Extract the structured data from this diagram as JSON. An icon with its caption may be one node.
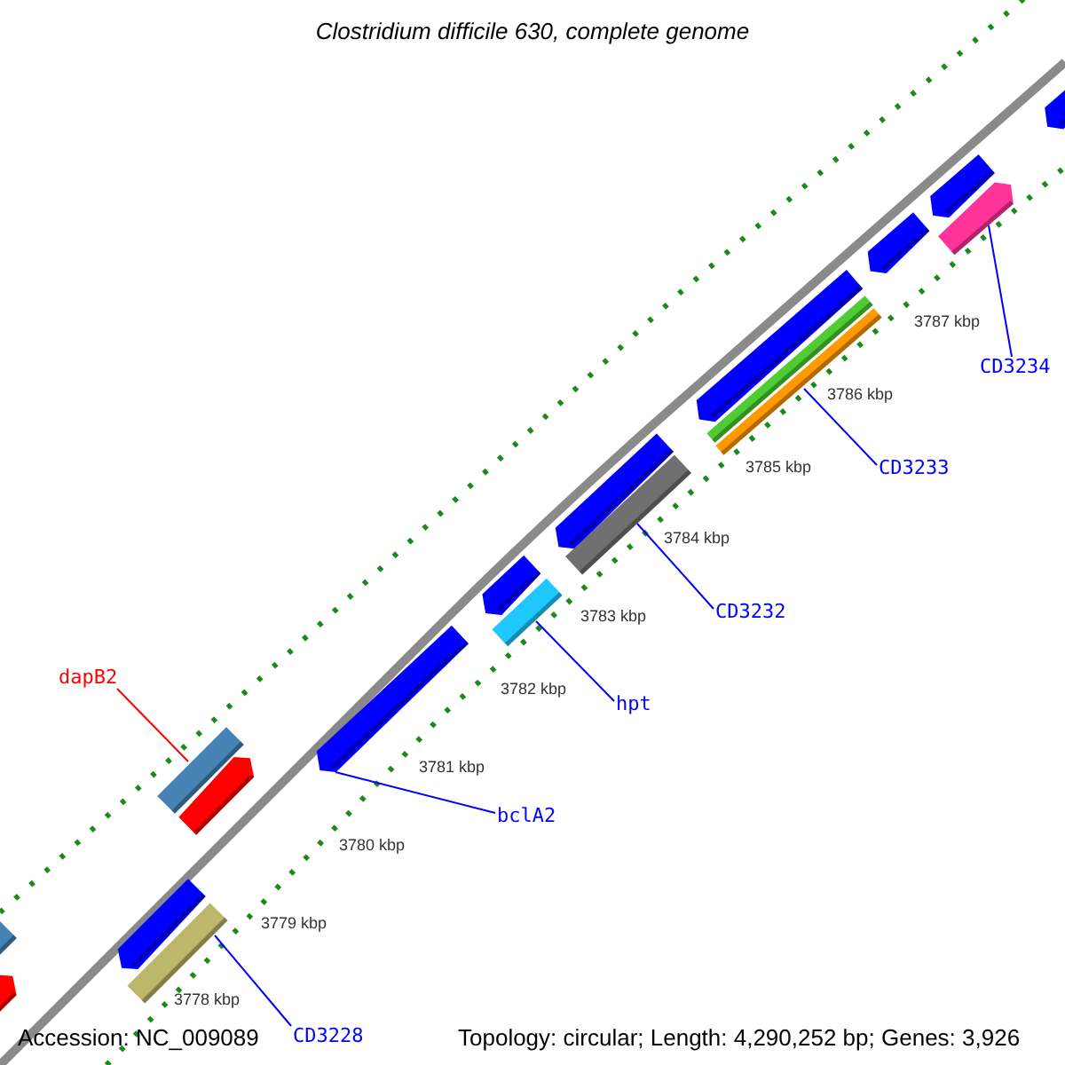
{
  "diagram": {
    "title": "Clostridium difficile 630, complete genome",
    "nodes": [
      {
        "text": [],
        "shape": "bar"
      },
      {
        "text": [],
        "shape": "bar"
      },
      {
        "text": [],
        "shape": "bar"
      },
      {
        "text": [],
        "shape": "bar"
      },
      {
        "text": [],
        "shape": "bar"
      },
      {
        "text": [],
        "shape": "bar"
      },
      {
        "text": [],
        "shape": "bar"
      },
      {
        "text": [],
        "shape": "bar"
      },
      {
        "text": [],
        "shape": "bar"
      },
      {
        "text": [],
        "shape": "bar"
      },
      {
        "text": [],
        "shape": "bar"
      },
      {
        "text": [],
        "shape": "bar"
      },
      {
        "text": [],
        "shape": "bar"
      },
      {
        "text": [],
        "shape": "bar"
      },
      {
        "text": [],
        "shape": "bar"
      },
      {
        "text": [],
        "shape": "bar"
      },
      {
        "text": [],
        "shape": "bar"
      },
      {
        "text": [],
        "shape": "bar"
      },
      {
        "text": [
          "dapB2"
        ]
      },
      {
        "text": [
          "CD3228"
        ]
      },
      {
        "text": [
          "bclA2"
        ]
      },
      {
        "text": [
          "hpt"
        ]
      },
      {
        "text": [
          "CD3232"
        ]
      },
      {
        "text": [
          "CD3233"
        ]
      },
      {
        "text": [
          "CD3234"
        ]
      }
    ],
    "edges": [
      {
        "from": 18,
        "to": 4,
        "arrow": "none",
        "color": "#ff0000"
      },
      {
        "from": 19,
        "to": 3,
        "arrow": "none"
      },
      {
        "from": 20,
        "to": 6,
        "arrow": "none"
      },
      {
        "from": 21,
        "to": 8,
        "arrow": "none"
      },
      {
        "from": 22,
        "to": 10,
        "arrow": "none"
      },
      {
        "from": 23,
        "to": 13,
        "arrow": "none"
      },
      {
        "from": 24,
        "to": 16,
        "arrow": "none"
      }
    ],
    "labels": [
      "3787 kbp",
      "3786 kbp",
      "3785 kbp",
      "3784 kbp",
      "3783 kbp",
      "3782 kbp",
      "3781 kbp",
      "3780 kbp",
      "3779 kbp",
      "3778 kbp",
      "Accession: NC_009089",
      "Topology: circular; Length: 4,290,252 bp; Genes: 3,926"
    ]
  }
}
